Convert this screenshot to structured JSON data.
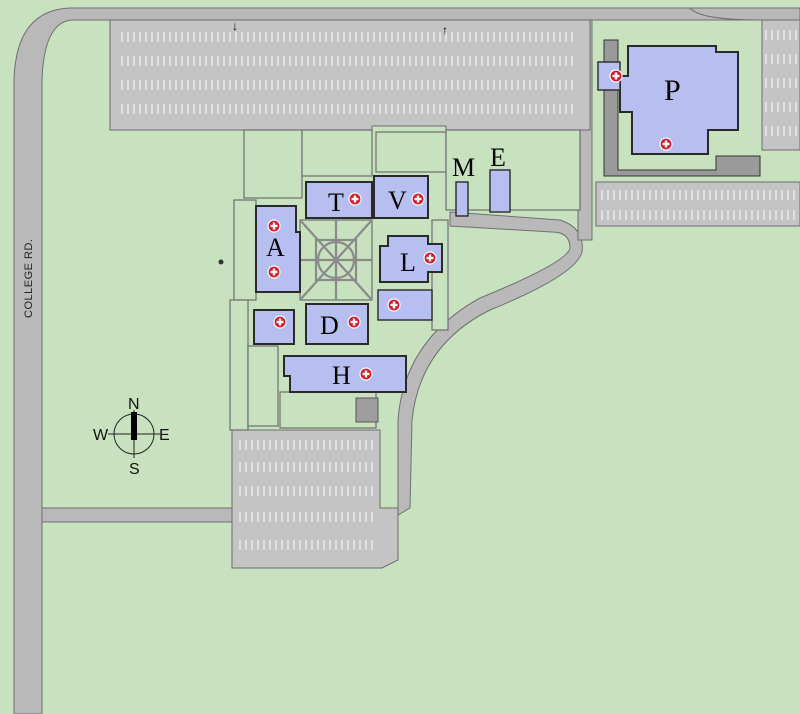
{
  "map": {
    "road_label": "COLLEGE RD.",
    "buildings": [
      {
        "id": "A",
        "label": "A"
      },
      {
        "id": "T",
        "label": "T"
      },
      {
        "id": "V",
        "label": "V"
      },
      {
        "id": "L",
        "label": "L"
      },
      {
        "id": "D",
        "label": "D"
      },
      {
        "id": "H",
        "label": "H"
      },
      {
        "id": "M",
        "label": "M"
      },
      {
        "id": "E",
        "label": "E"
      },
      {
        "id": "P",
        "label": "P"
      }
    ],
    "compass": {
      "n": "N",
      "s": "S",
      "e": "E",
      "w": "W"
    },
    "colors": {
      "grass": "#c8e2c0",
      "building": "#b7bff0",
      "road": "#b9b9b9",
      "marker": "#d8192a"
    },
    "marker_icon": "first-aid-cross-icon"
  }
}
